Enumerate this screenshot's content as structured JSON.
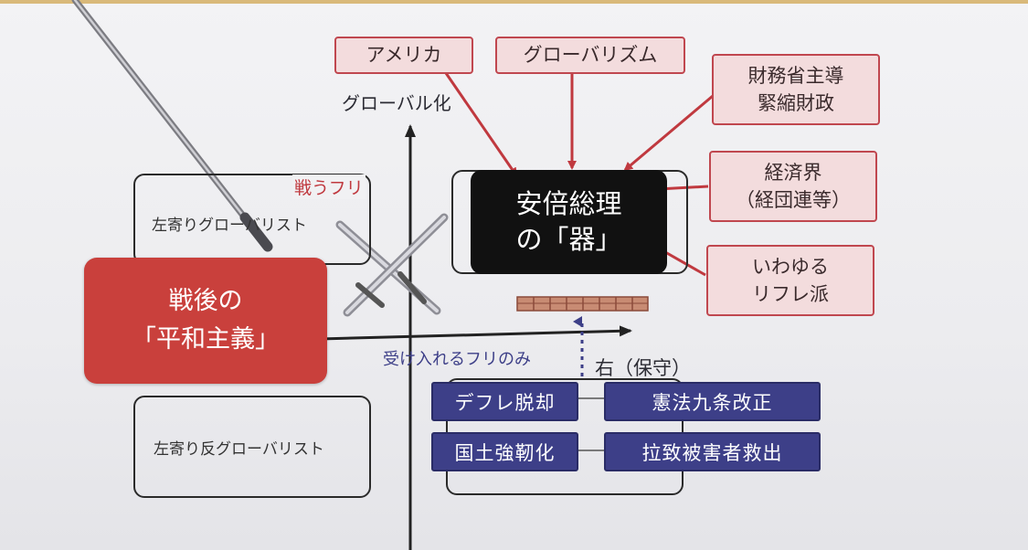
{
  "axis": {
    "top_label": "グローバル化",
    "right_label": "右（保守）"
  },
  "influences": {
    "america": "アメリカ",
    "globalism": "グローバリズム",
    "mof_line1": "財務省主導",
    "mof_line2": "緊縮財政",
    "business_line1": "経済界",
    "business_line2": "（経団連等）",
    "reflation_line1": "いわゆる",
    "reflation_line2": "リフレ派"
  },
  "center": {
    "abe_line1": "安倍総理",
    "abe_line2": "の「器」"
  },
  "left": {
    "fighting_pretense": "戦うフリ",
    "left_globalist": "左寄りグローバリスト",
    "postwar_line1": "戦後の",
    "postwar_line2": "「平和主義」",
    "accept_pretense": "受け入れるフリのみ",
    "left_anti_globalist": "左寄り反グローバリスト"
  },
  "policies": {
    "deflation": "デフレ脱却",
    "constitution": "憲法九条改正",
    "resilience": "国土強靭化",
    "abduction": "拉致被害者救出"
  },
  "colors": {
    "pink_fill": "#f3dcdd",
    "pink_border": "#c0474f",
    "arrow_red": "#c0393f",
    "navy": "#3d3f88",
    "postwar_red": "#c9403c",
    "black": "#111111"
  }
}
